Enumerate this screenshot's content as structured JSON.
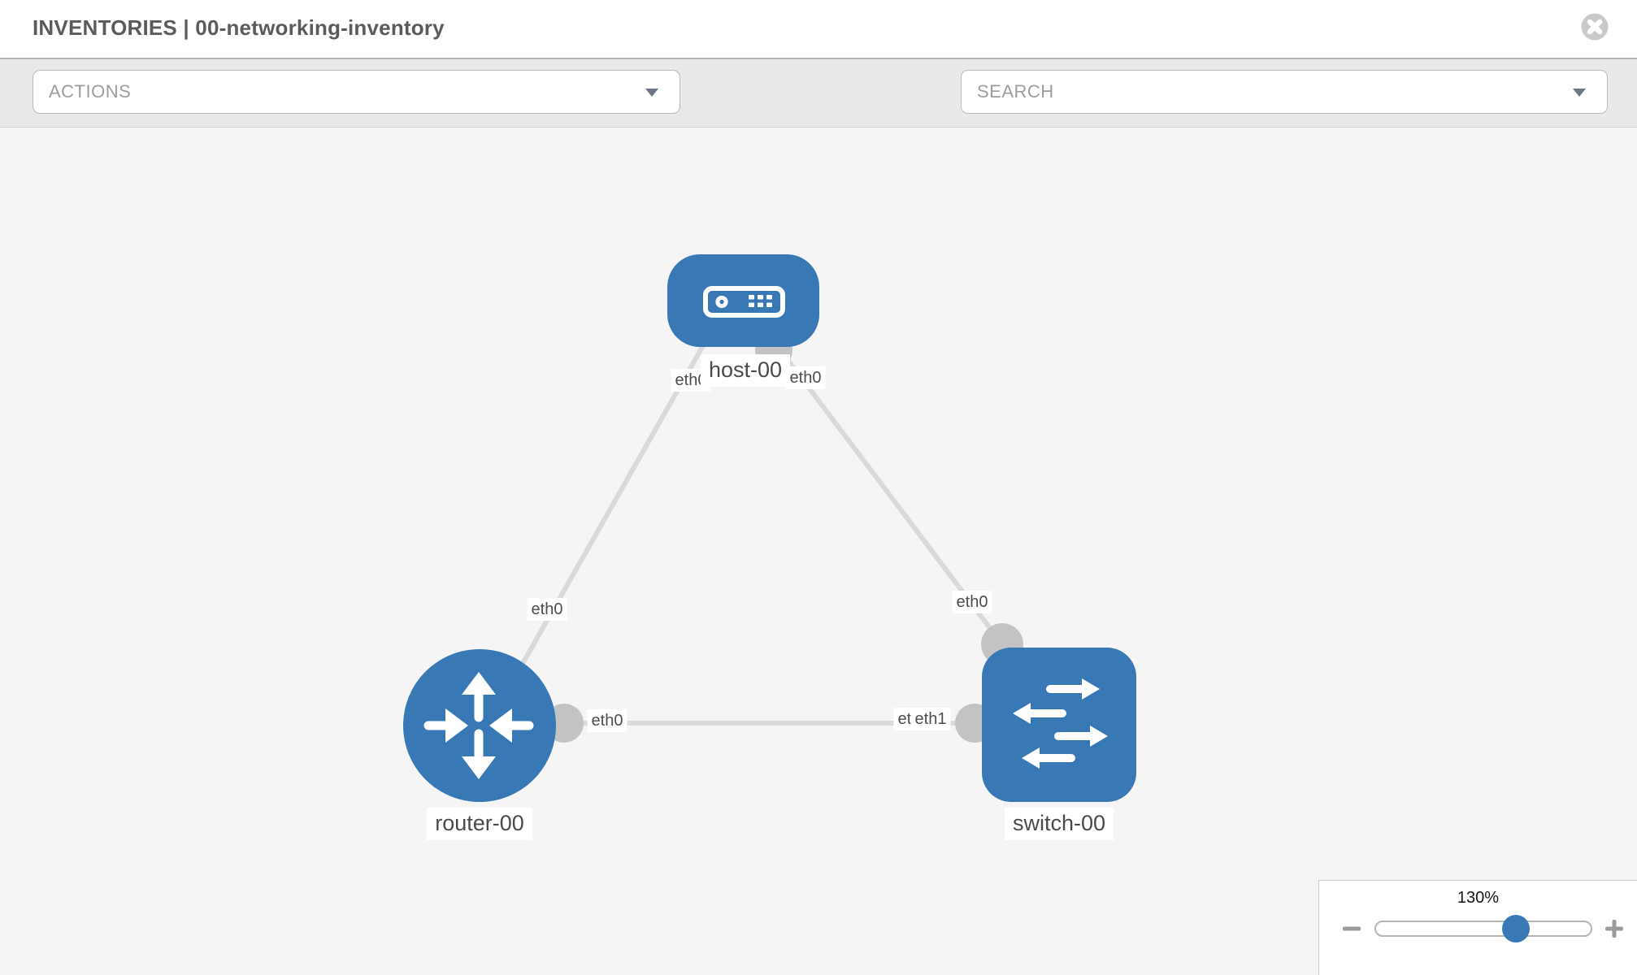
{
  "header": {
    "title": "INVENTORIES | 00-networking-inventory"
  },
  "toolbar": {
    "actions_label": "ACTIONS",
    "search_label": "SEARCH"
  },
  "graph": {
    "nodes": [
      {
        "id": "host-00",
        "type": "host",
        "label": "host-00"
      },
      {
        "id": "router-00",
        "type": "router",
        "label": "router-00"
      },
      {
        "id": "switch-00",
        "type": "switch",
        "label": "switch-00"
      }
    ],
    "edges": [
      {
        "source": "host-00",
        "source_interface": "eth0",
        "target": "router-00",
        "target_interface": "eth0"
      },
      {
        "source": "host-00",
        "source_interface": "eth0",
        "target": "switch-00",
        "target_interface": "eth0"
      },
      {
        "source": "router-00",
        "source_interface": "eth0",
        "target": "switch-00",
        "target_interface": "eth1"
      }
    ],
    "labels": {
      "host": "host-00",
      "router": "router-00",
      "switch": "switch-00",
      "eth0": "eth0",
      "eth1": "eth1"
    }
  },
  "zoom_control": {
    "level": "130%"
  },
  "colors": {
    "node_blue": "#3879b5",
    "edge_gray": "#d9d9d9",
    "connector_gray": "#c3c3c3",
    "canvas_bg": "#f5f5f5",
    "toolbar_bg": "#e9e9e9",
    "label_text": "#4d4d4d"
  }
}
